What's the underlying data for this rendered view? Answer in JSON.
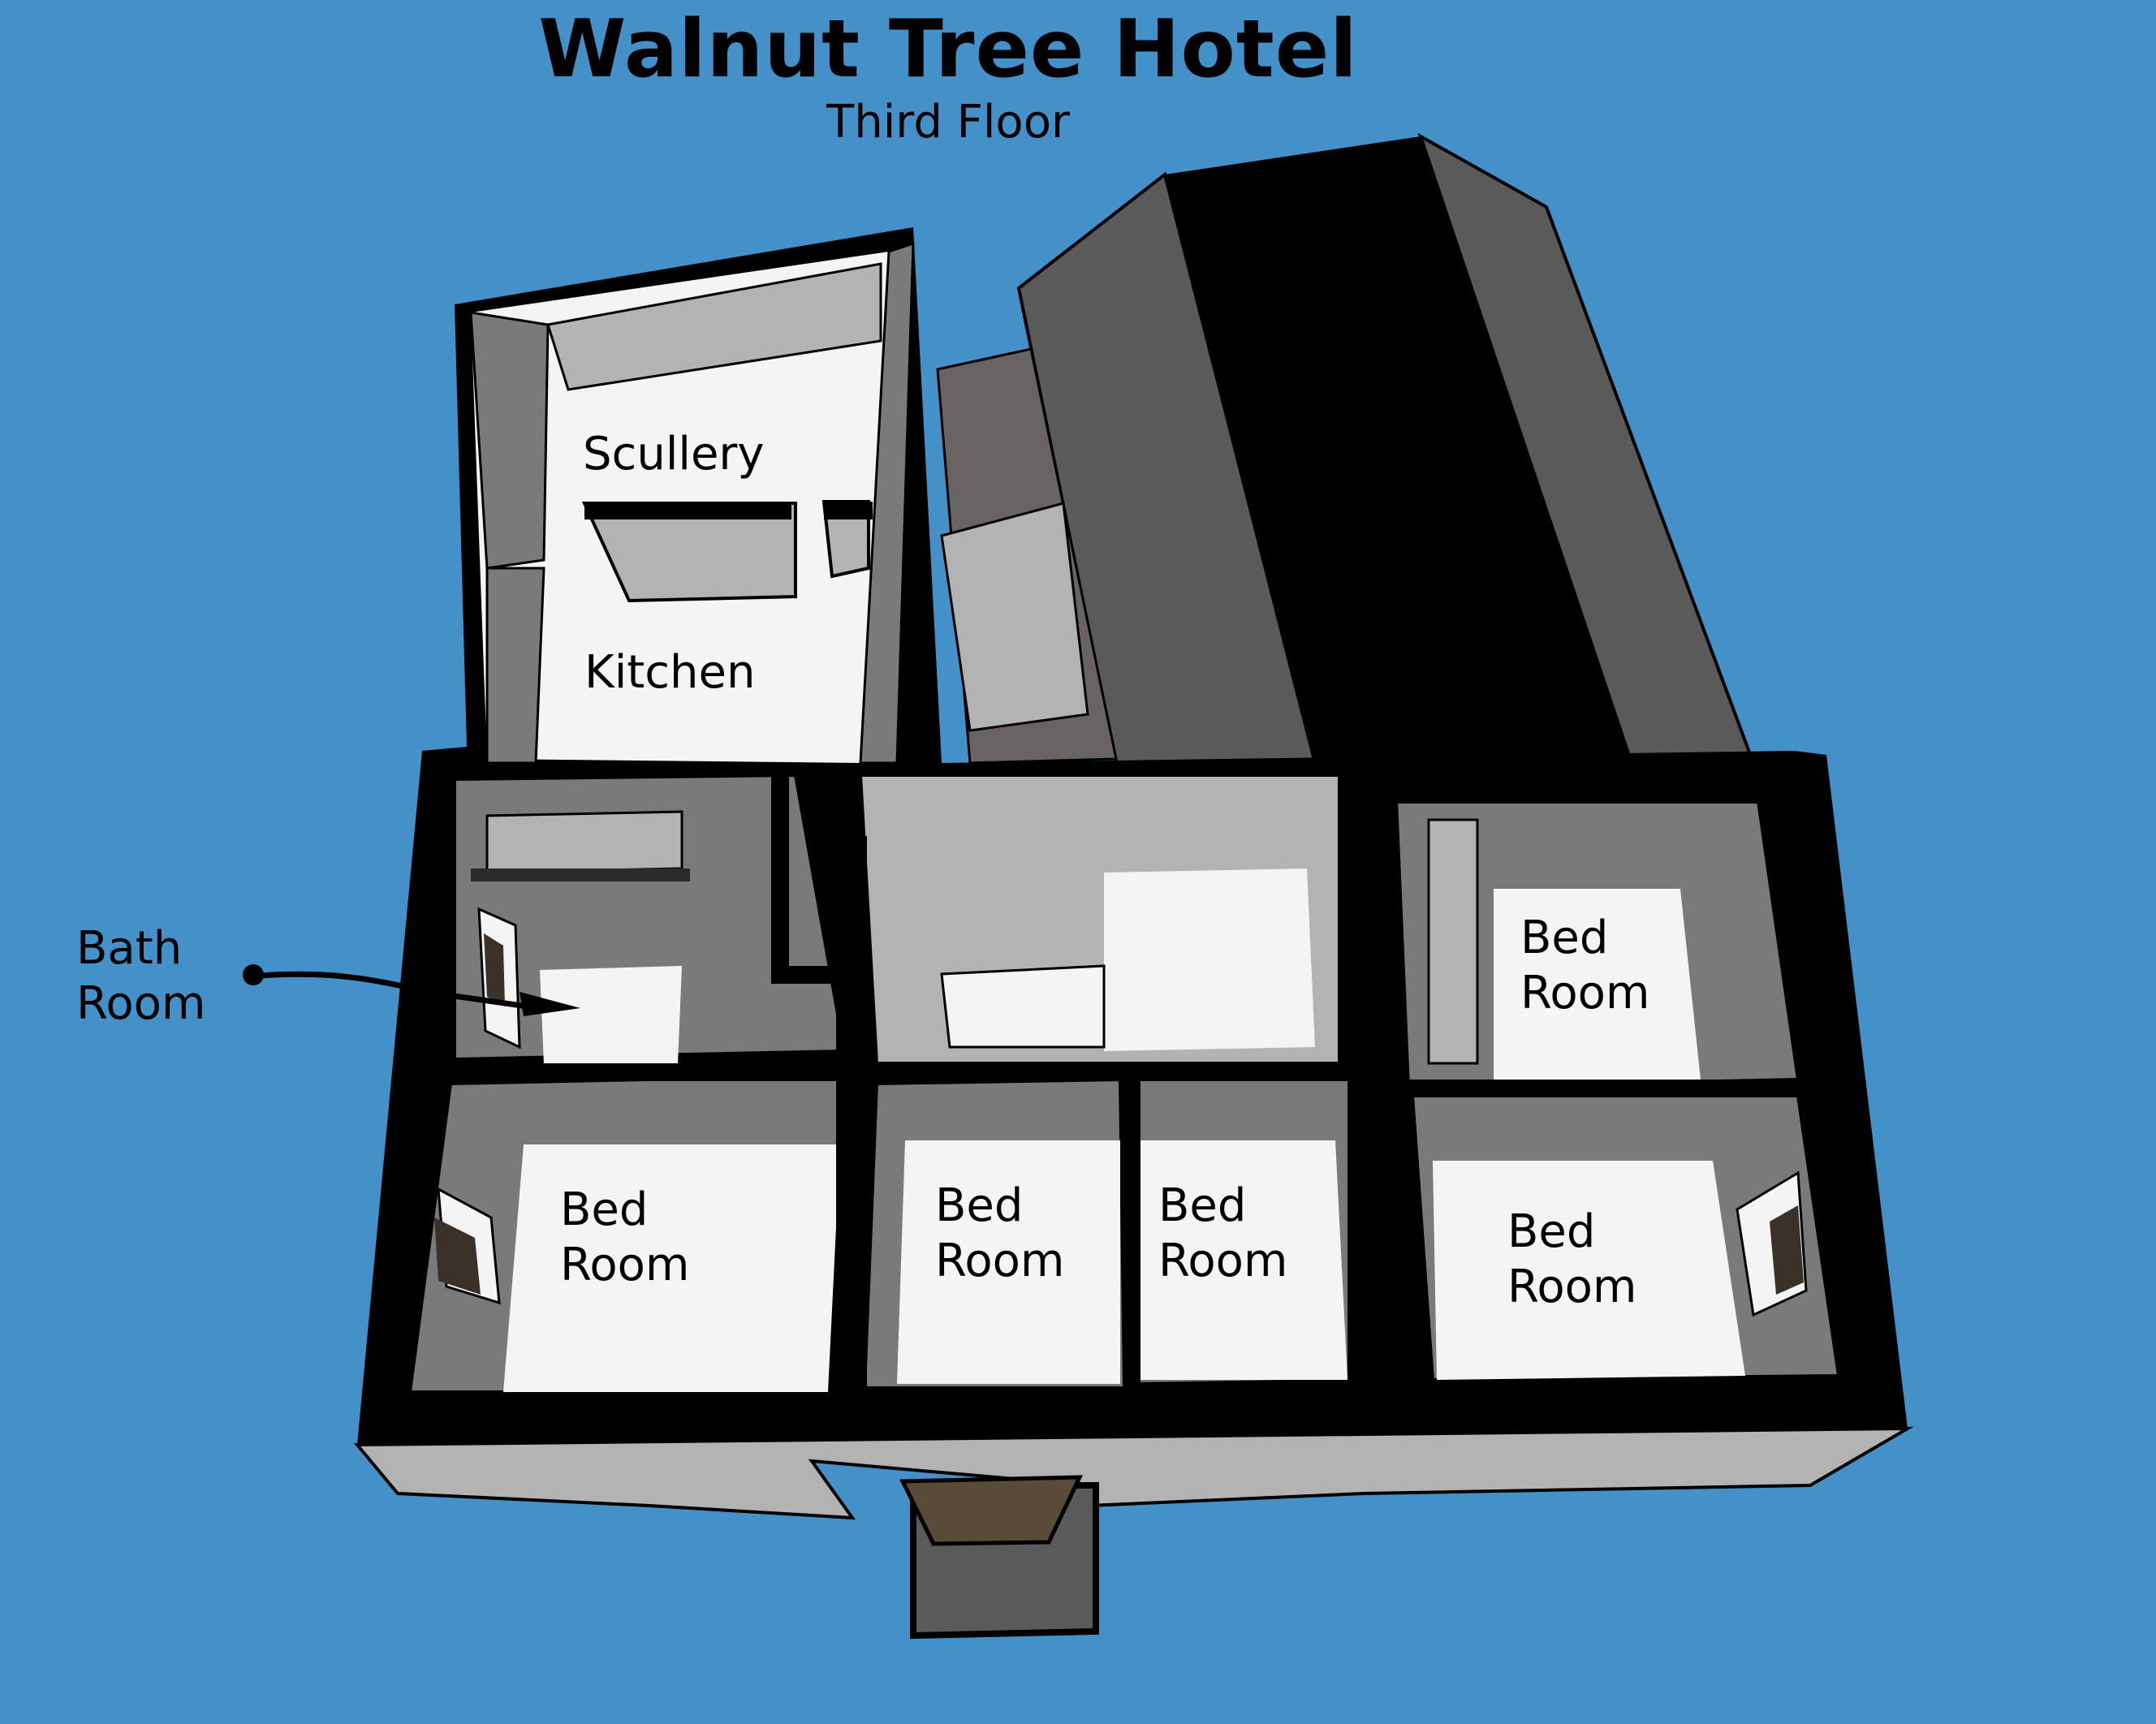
{
  "header": {
    "title": "Walnut Tree Hotel",
    "subtitle": "Third Floor"
  },
  "rooms": [
    {
      "id": "scullery",
      "label": "Scullery"
    },
    {
      "id": "kitchen",
      "label": "Kitchen"
    },
    {
      "id": "bathroom",
      "label": "Bath\nRoom",
      "callout": true
    },
    {
      "id": "bedroom-1",
      "label": "Bed\nRoom"
    },
    {
      "id": "bedroom-2",
      "label": "Bed\nRoom"
    },
    {
      "id": "bedroom-3",
      "label": "Bed\nRoom"
    },
    {
      "id": "bedroom-4",
      "label": "Bed\nRoom"
    },
    {
      "id": "bedroom-5",
      "label": "Bed\nRoom"
    }
  ],
  "colors": {
    "background": "#4490c9",
    "wall": "#000000",
    "floor": "#f4f4f4",
    "inner_wall_light": "#b3b3b3",
    "inner_wall_dark": "#7a7a7a",
    "roof_dark": "#000000",
    "roof_side": "#5a5a5a",
    "door_brown": "#5a4a38"
  }
}
